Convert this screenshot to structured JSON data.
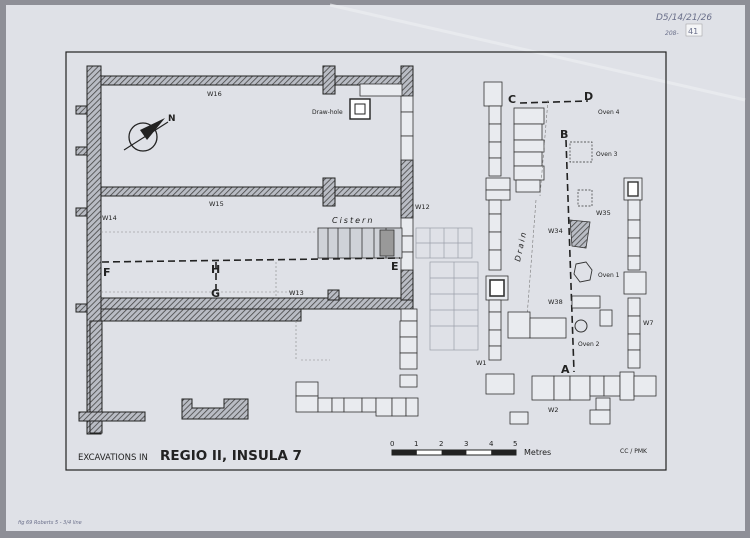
{
  "archive": {
    "ref_number": "D5/14/21/26",
    "sub_ref": "208-",
    "box_number": "41",
    "pencil_note": "fig 69  Roberts 5 - 3/4 line"
  },
  "plan": {
    "title_prefix": "EXCAVATIONS IN",
    "title_main": "REGIO II, INSULA 7",
    "credit": "CC / PMK",
    "scale_label": "Metres",
    "scale_ticks": [
      "0",
      "1",
      "2",
      "3",
      "4",
      "5"
    ],
    "north_label": "N",
    "walls": {
      "w16": "W16",
      "w15": "W15",
      "w14": "W14",
      "w13": "W13",
      "w12": "W12",
      "w35": "W35",
      "w34": "W34",
      "w38": "W38",
      "w7": "W7",
      "w1": "W1",
      "w2": "W2"
    },
    "features": {
      "drawhole": "Draw-hole",
      "cistern": "Cistern",
      "drain": "Drain",
      "oven1": "Oven 1",
      "oven2": "Oven 2",
      "oven3": "Oven 3",
      "oven4": "Oven 4"
    },
    "points": {
      "A": "A",
      "B": "B",
      "C": "C",
      "D": "D",
      "E": "E",
      "F": "F",
      "G": "G",
      "H": "H"
    }
  },
  "colors": {
    "paper": "#dfe1e7",
    "background": "#8e8f97",
    "ink": "#222222",
    "hatch": "#555555"
  }
}
